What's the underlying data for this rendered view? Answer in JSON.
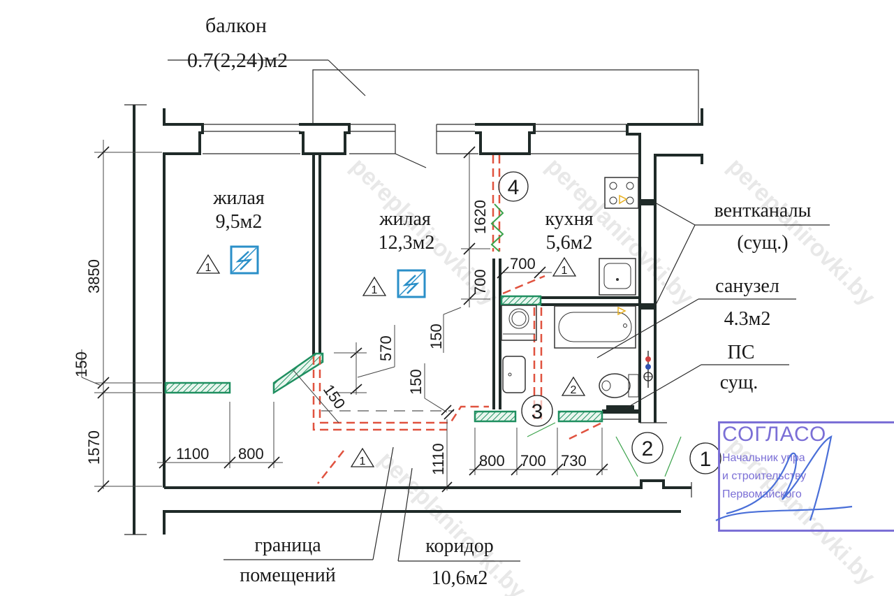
{
  "plan": {
    "balcony": {
      "name": "балкон",
      "area": "0.7(2,24)м2"
    },
    "rooms": [
      {
        "name": "жилая",
        "area": "9,5м2"
      },
      {
        "name": "жилая",
        "area": "12,3м2"
      },
      {
        "name": "кухня",
        "area": "5,6м2"
      }
    ],
    "bathroom": {
      "name": "санузел",
      "area": "4.3м2"
    },
    "vents": {
      "name": "вентканалы",
      "note": "(сущ.)"
    },
    "shaft": {
      "name": "ПС",
      "note": "сущ."
    },
    "corridor": {
      "name": "коридор",
      "area": "10,6м2"
    },
    "boundary": {
      "line1": "граница",
      "line2": "помещений"
    },
    "dimensions": {
      "left_top": "3850",
      "left_mid": "150",
      "left_bottom": "1570",
      "bottom_1": "1100",
      "bottom_2": "800",
      "kitchen_1620": "1620",
      "kitchen_700v": "700",
      "kitchen_700h": "700",
      "wall_150a": "150",
      "wall_150b": "150",
      "wall_150c": "150",
      "door_570": "570",
      "corridor_1110": "1110",
      "bath_800": "800",
      "bath_700": "700",
      "bath_730": "730"
    },
    "markers": {
      "tri1": "1",
      "tri2": "2",
      "circle1": "1",
      "circle2": "2",
      "circle3": "3",
      "circle4": "4"
    },
    "watermark": "pereplanirovki.by"
  },
  "stamp": {
    "title": "СОГЛАСО",
    "line1": "Начальник упра",
    "line2": "и строительству",
    "line3": "Первомайского"
  },
  "colors": {
    "wall": "#1f2a28",
    "demolish": "#e0523f",
    "new_partition": "#1f8f60",
    "electric": "#2a8fc8",
    "stamp": "#7b6fd6"
  }
}
